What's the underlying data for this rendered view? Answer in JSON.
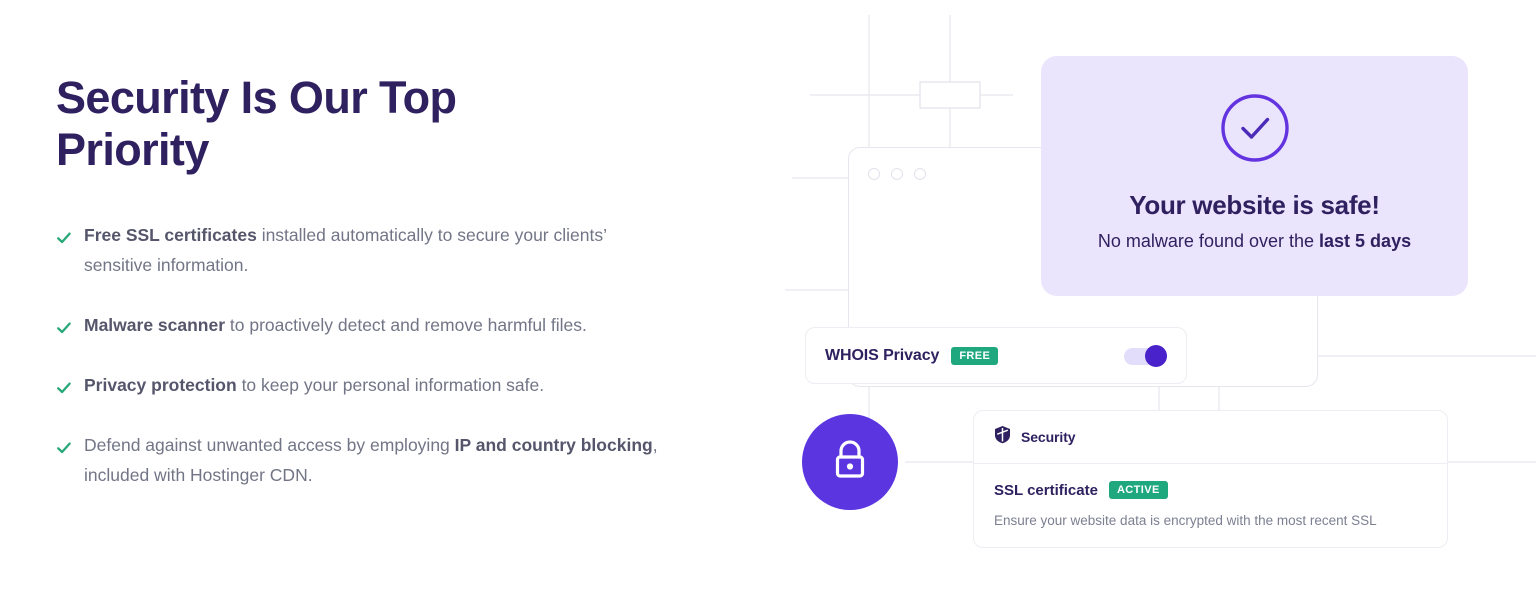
{
  "page": {
    "title": "Security Is Our Top Priority"
  },
  "colors": {
    "heading": "#2F2160",
    "body_text": "#727586",
    "bold_text": "#55566B",
    "check_green": "#27A878",
    "badge_green": "#1FA77E",
    "purple": "#5B36E0",
    "purple_deep": "#4A22CC",
    "card_lavender": "#EAE4FD",
    "line_grey": "#E6E6EE"
  },
  "features": [
    {
      "icon": "check-icon",
      "bold_lead": "Free SSL certificates",
      "rest": " installed automatically to secure your clients’ sensitive information.",
      "bold_tail": ""
    },
    {
      "icon": "check-icon",
      "bold_lead": "Malware scanner",
      "rest": " to proactively detect and remove harmful files.",
      "bold_tail": ""
    },
    {
      "icon": "check-icon",
      "bold_lead": "Privacy protection",
      "rest": " to keep your personal information safe.",
      "bold_tail": ""
    },
    {
      "icon": "check-icon",
      "bold_lead": "",
      "rest": "Defend against unwanted access by employing ",
      "bold_tail": "IP and country blocking",
      "rest2": ", included with Hostinger CDN."
    }
  ],
  "illustration": {
    "safe_card": {
      "icon": "check-circle-icon",
      "title": "Your website is safe!",
      "subtitle_lead": "No malware found over the ",
      "subtitle_bold": "last 5 days"
    },
    "whois_card": {
      "label": "WHOIS Privacy",
      "badge": "FREE",
      "toggle_state": "on",
      "toggle_icon": "toggle-switch-icon"
    },
    "lock_badge": {
      "icon": "lock-icon"
    },
    "security_card": {
      "header_icon": "shield-icon",
      "header_label": "Security",
      "ssl_label": "SSL certificate",
      "ssl_badge": "ACTIVE",
      "ssl_description": "Ensure your website data is encrypted with the most recent SSL"
    },
    "browser_window": {
      "dots": [
        "dot-1",
        "dot-2",
        "dot-3"
      ]
    }
  }
}
